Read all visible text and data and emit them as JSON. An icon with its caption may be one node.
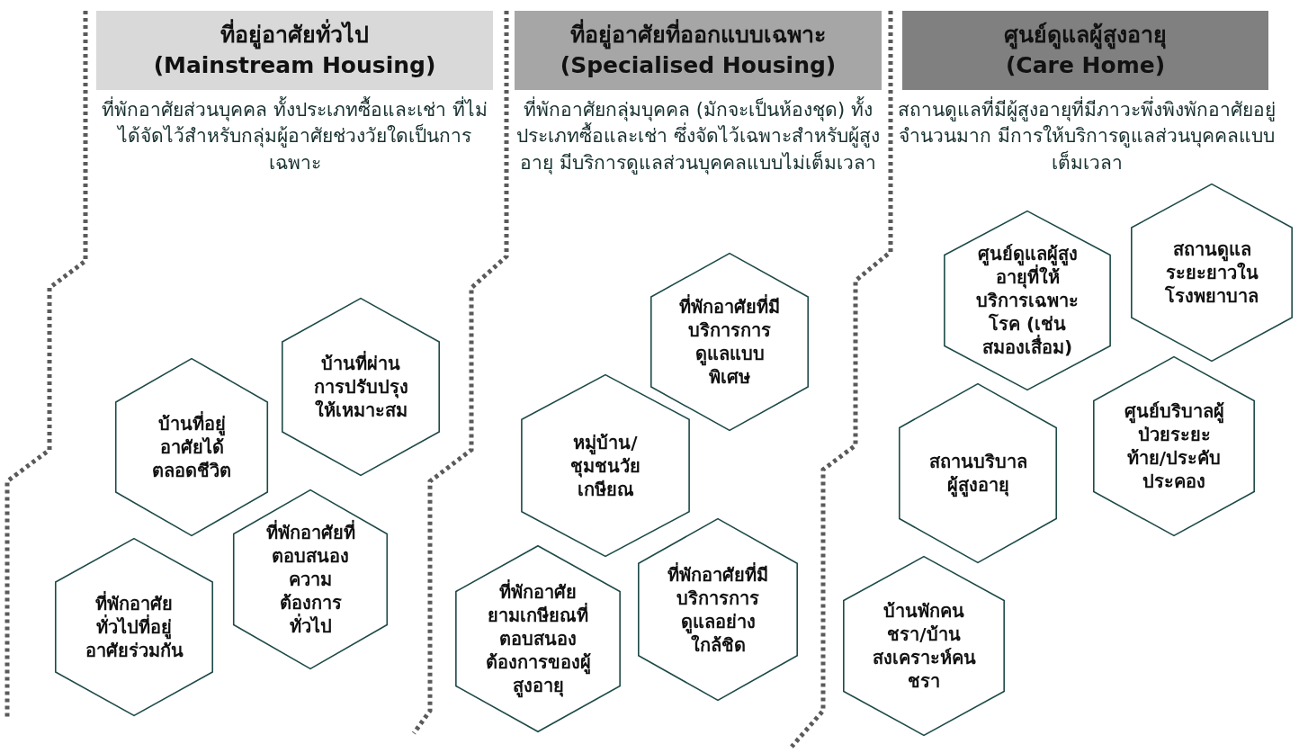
{
  "diagram": {
    "nodes": [
      {
        "text": [
          "ที่อยู่อาศัยทั่วไป",
          "(Mainstream Housing)"
        ],
        "beside": [
          "ที่พักอาศัยส่วนบุคคล ทั้งประเภทซื้อและเช่า ที่ไม่ได้จัดไว้สำหรับกลุ่มผู้อาศัยช่วงวัยใดเป็นการเฉพาะ"
        ]
      },
      {
        "text": [
          "บ้านที่ผ่านการปรับปรุงให้เหมาะสม"
        ]
      },
      {
        "text": [
          "บ้านที่อยู่อาศัยได้ตลอดชีวิต"
        ]
      },
      {
        "text": [
          "ที่พักอาศัยที่ตอบสนองความต้องการทั่วไป"
        ]
      },
      {
        "text": [
          "ที่พักอาศัยทั่วไปที่อยู่อาศัยร่วมกัน"
        ]
      },
      {
        "text": [
          "ที่อยู่อาศัยที่ออกแบบเฉพาะ",
          "(Specialised Housing)"
        ],
        "beside": [
          "ที่พักอาศัยกลุ่มบุคคล (มักจะเป็นห้องชุด) ทั้งประเภทซื้อและเช่า ซึ่งจัดไว้เฉพาะสำหรับผู้สูงอายุ มีบริการดูแลส่วนบุคคลแบบไม่เต็มเวลา"
        ]
      },
      {
        "text": [
          "ที่พักอาศัยที่มีบริการการดูแลแบบพิเศษ"
        ]
      },
      {
        "text": [
          "หมู่บ้าน/ชุมชนวัยเกษียณ"
        ]
      },
      {
        "text": [
          "ที่พักอาศัยที่มีบริการการดูแลอย่างใกล้ชิด"
        ]
      },
      {
        "text": [
          "ที่พักอาศัยยามเกษียณที่ตอบสนองต้องการของผู้สูงอายุ"
        ]
      },
      {
        "text": [
          "ศูนย์ดูแลผู้สูงอายุ",
          "(Care Home)"
        ],
        "beside": [
          "สถานดูแลที่มีผู้สูงอายุที่มีภาวะพึ่งพิงพักอาศัยอยู่จำนวนมาก มีการให้บริการดูแลส่วนบุคคลแบบเต็มเวลา"
        ]
      },
      {
        "text": [
          "สถานดูแลระยะยาวในโรงพยาบาล"
        ]
      },
      {
        "text": [
          "ศูนย์ดูแลผู้สูงอายุที่ให้บริการเฉพาะโรค (เช่นสมองเสื่อม)"
        ]
      },
      {
        "text": [
          "ศูนย์บริบาลผู้ป่วยระยะท้าย/ประคับประคอง"
        ]
      },
      {
        "text": [
          "สถานบริบาลผู้สูงอายุ"
        ]
      },
      {
        "text": [
          "บ้านพักคนชรา/บ้านสงเคราะห์คนชรา"
        ]
      }
    ],
    "edges": []
  }
}
